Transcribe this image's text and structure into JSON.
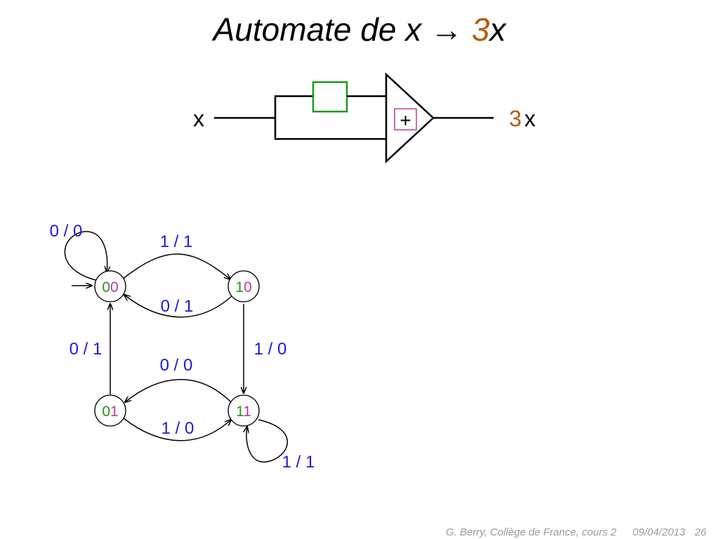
{
  "title": {
    "prefix": "Automate de x",
    "arrow": "→",
    "number": "3",
    "suffix": "x"
  },
  "circuit": {
    "input_label": "x",
    "output_number": "3",
    "output_var": "x",
    "adder_symbol": "+"
  },
  "states": [
    {
      "id": "00",
      "bit1": "0",
      "bit2": "0",
      "initial": true
    },
    {
      "id": "10",
      "bit1": "1",
      "bit2": "0"
    },
    {
      "id": "01",
      "bit1": "0",
      "bit2": "1"
    },
    {
      "id": "11",
      "bit1": "1",
      "bit2": "1"
    }
  ],
  "transitions": [
    {
      "from": "00",
      "to": "00",
      "label": "0 / 0"
    },
    {
      "from": "00",
      "to": "10",
      "label": "1 / 1"
    },
    {
      "from": "10",
      "to": "00",
      "label": "0 / 1"
    },
    {
      "from": "01",
      "to": "00",
      "label": "0 / 1"
    },
    {
      "from": "10",
      "to": "11",
      "label": "1 / 0"
    },
    {
      "from": "11",
      "to": "01",
      "label": "0 / 0"
    },
    {
      "from": "01",
      "to": "11",
      "label": "1 / 0"
    },
    {
      "from": "11",
      "to": "11",
      "label": "1 / 1"
    }
  ],
  "colors": {
    "green_bit": "#1a9a1a",
    "magenta_bit": "#c0389a",
    "label_blue": "#1a1ad6",
    "accent_orange": "#b85c0a"
  },
  "footer": {
    "author": "G. Berry, Collège de France, cours 2",
    "date": "09/04/2013",
    "page": "26"
  }
}
